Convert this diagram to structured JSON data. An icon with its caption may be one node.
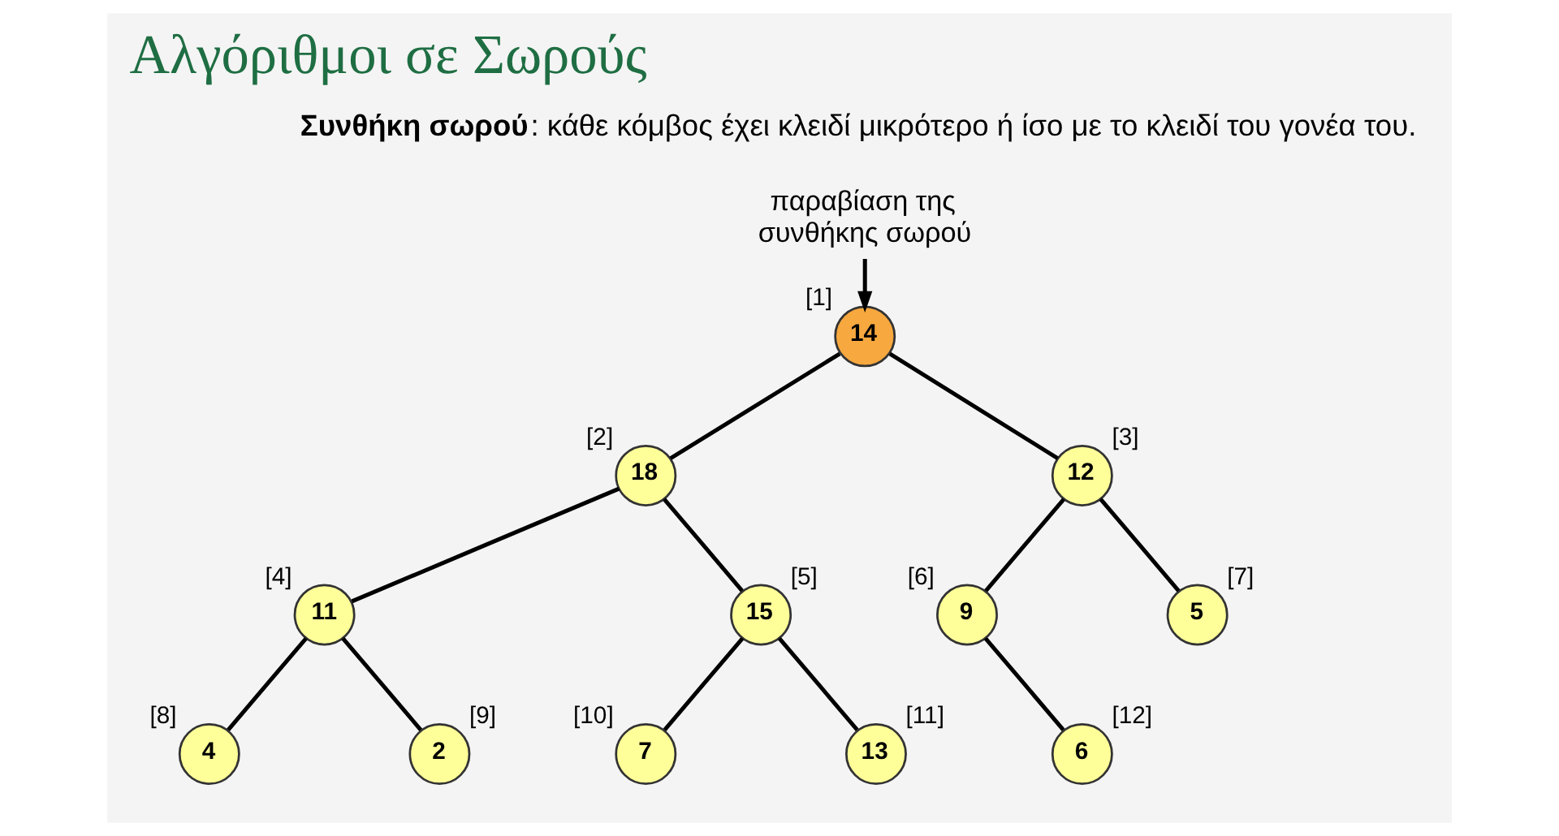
{
  "diagram": {
    "title": "Αλγόριθμοι σε Σωρούς",
    "nodes": [
      {
        "text": [
          "παραβίαση της συνθήκης σωρού"
        ]
      },
      {
        "text": [
          "14"
        ],
        "beside": [
          "[1]"
        ]
      },
      {
        "text": [
          "18"
        ],
        "beside": [
          "[2]"
        ]
      },
      {
        "text": [
          "12"
        ],
        "beside": [
          "[3]"
        ]
      },
      {
        "text": [
          "11"
        ],
        "beside": [
          "[4]"
        ]
      },
      {
        "text": [
          "15"
        ],
        "beside": [
          "[5]"
        ]
      },
      {
        "text": [
          "9"
        ],
        "beside": [
          "[6]"
        ]
      },
      {
        "text": [
          "5"
        ],
        "beside": [
          "[7]"
        ]
      },
      {
        "text": [
          "4"
        ],
        "beside": [
          "[8]"
        ]
      },
      {
        "text": [
          "2"
        ],
        "beside": [
          "[9]"
        ]
      },
      {
        "text": [
          "7"
        ],
        "beside": [
          "[10]"
        ]
      },
      {
        "text": [
          "13"
        ],
        "beside": [
          "[11]"
        ]
      },
      {
        "text": [
          "6"
        ],
        "beside": [
          "[12]"
        ]
      }
    ],
    "edges": [
      {
        "from": 0,
        "to": 1,
        "arrow": "to"
      },
      {
        "from": 1,
        "to": 2,
        "arrow": "none"
      },
      {
        "from": 1,
        "to": 3,
        "arrow": "none"
      },
      {
        "from": 2,
        "to": 4,
        "arrow": "none"
      },
      {
        "from": 2,
        "to": 5,
        "arrow": "none"
      },
      {
        "from": 3,
        "to": 6,
        "arrow": "none"
      },
      {
        "from": 3,
        "to": 7,
        "arrow": "none"
      },
      {
        "from": 4,
        "to": 8,
        "arrow": "none"
      },
      {
        "from": 4,
        "to": 9,
        "arrow": "none"
      },
      {
        "from": 5,
        "to": 10,
        "arrow": "none"
      },
      {
        "from": 5,
        "to": 11,
        "arrow": "none"
      },
      {
        "from": 6,
        "to": 12,
        "arrow": "none"
      }
    ],
    "labels": [
      "**Συνθήκη σωρού**: κάθε κόμβος έχει κλειδί μικρότερο ή ίσο με το κλειδί του γονέα του."
    ]
  }
}
